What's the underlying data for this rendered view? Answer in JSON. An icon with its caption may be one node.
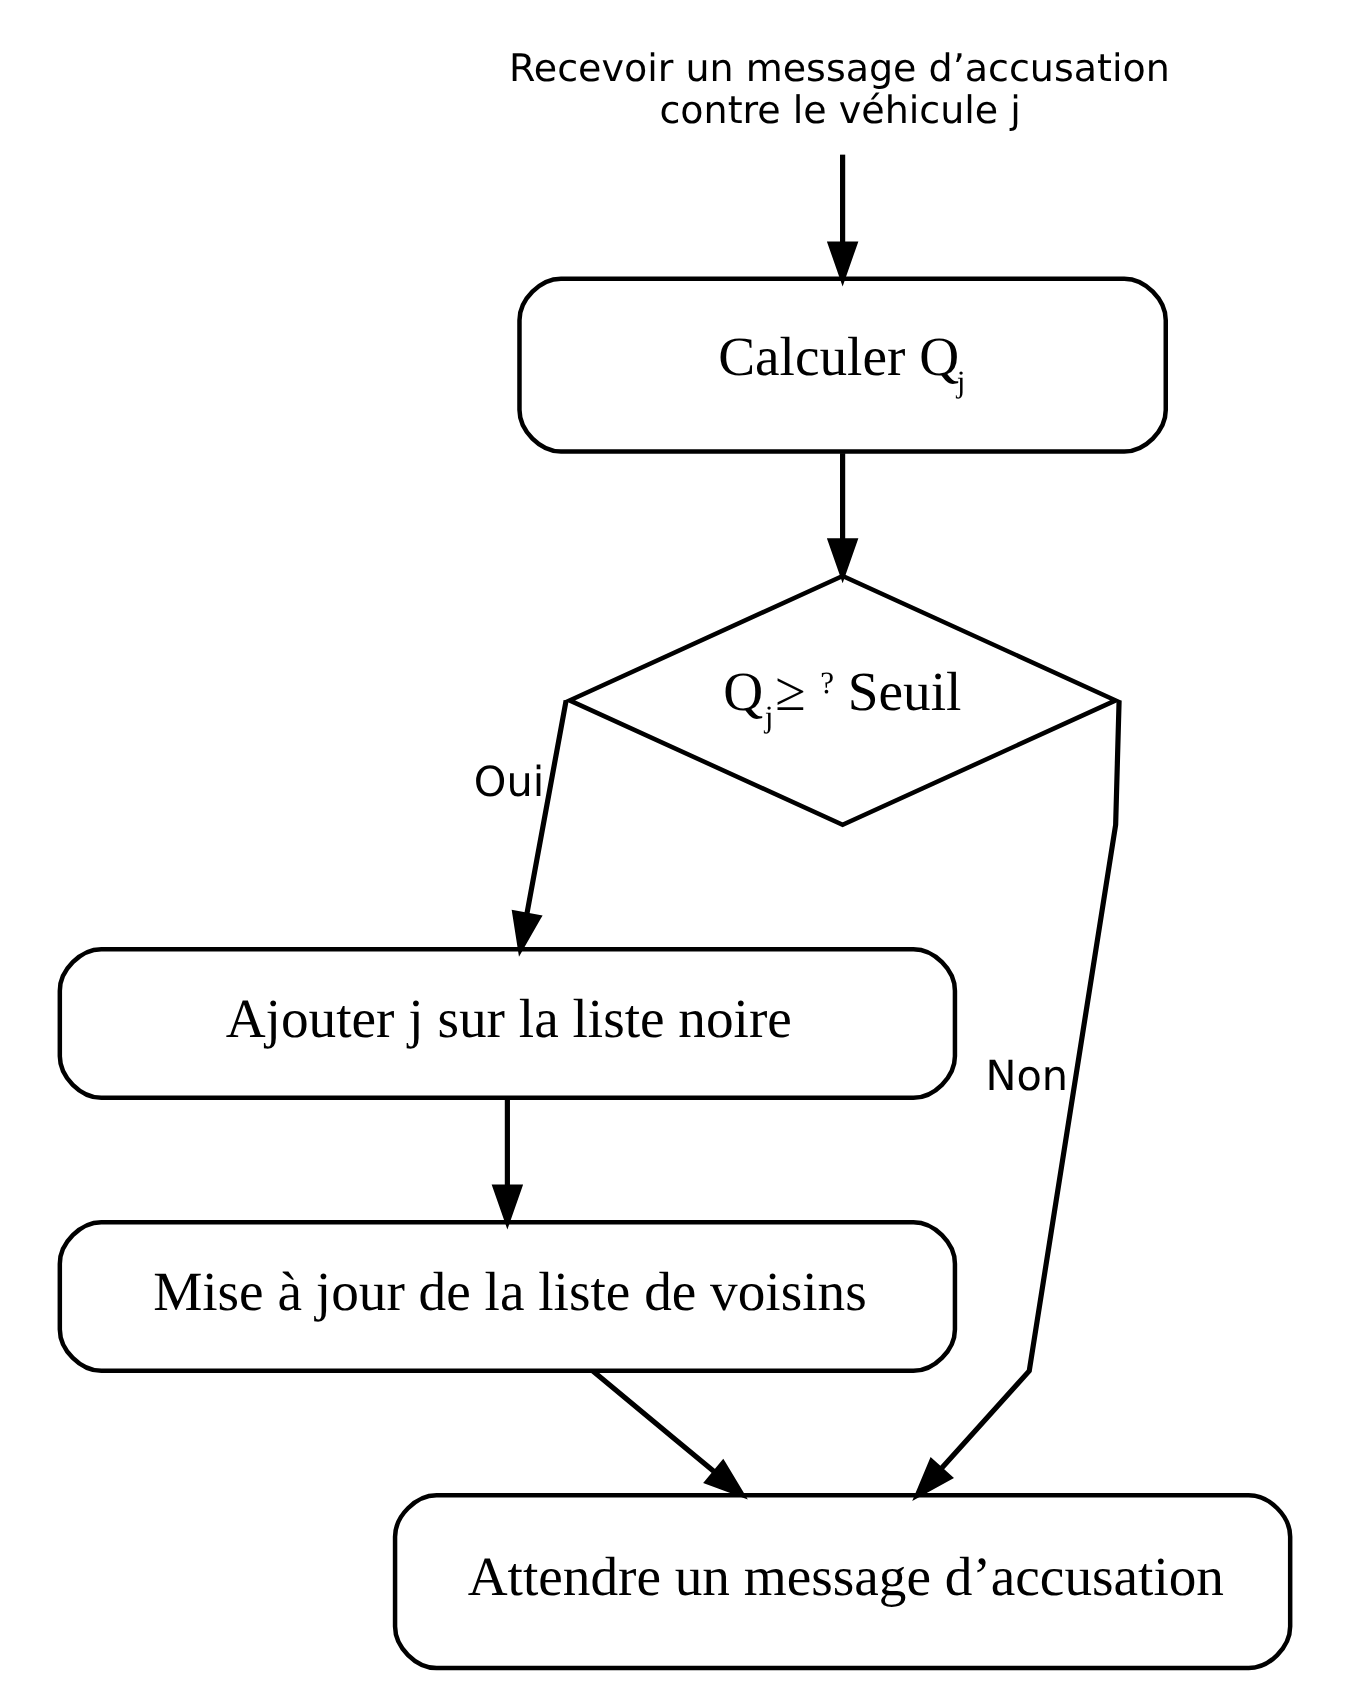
{
  "diagram": {
    "nodes": [
      {
        "text": [
          "Recevoir un message d’accusation contre le véhicule j"
        ]
      },
      {
        "text": [
          "Calculer Q$_{j}$"
        ]
      },
      {
        "text": [
          "Q$_{j}$≥ $^{?}$ Seuil"
        ]
      },
      {
        "text": [
          "Ajouter j sur la liste noire"
        ]
      },
      {
        "text": [
          "Mise à jour de la liste de voisins"
        ]
      },
      {
        "text": [
          "Attendre un message d’accusation"
        ]
      }
    ],
    "edges": [
      {
        "from": 0,
        "to": 1,
        "arrow": "to"
      },
      {
        "from": 1,
        "to": 2,
        "arrow": "to"
      },
      {
        "from": 2,
        "to": 3,
        "label": "Oui",
        "arrow": "to"
      },
      {
        "from": 2,
        "to": 5,
        "label": "Non",
        "arrow": "to"
      },
      {
        "from": 3,
        "to": 4,
        "arrow": "to"
      },
      {
        "from": 4,
        "to": 5,
        "arrow": "to"
      }
    ]
  }
}
